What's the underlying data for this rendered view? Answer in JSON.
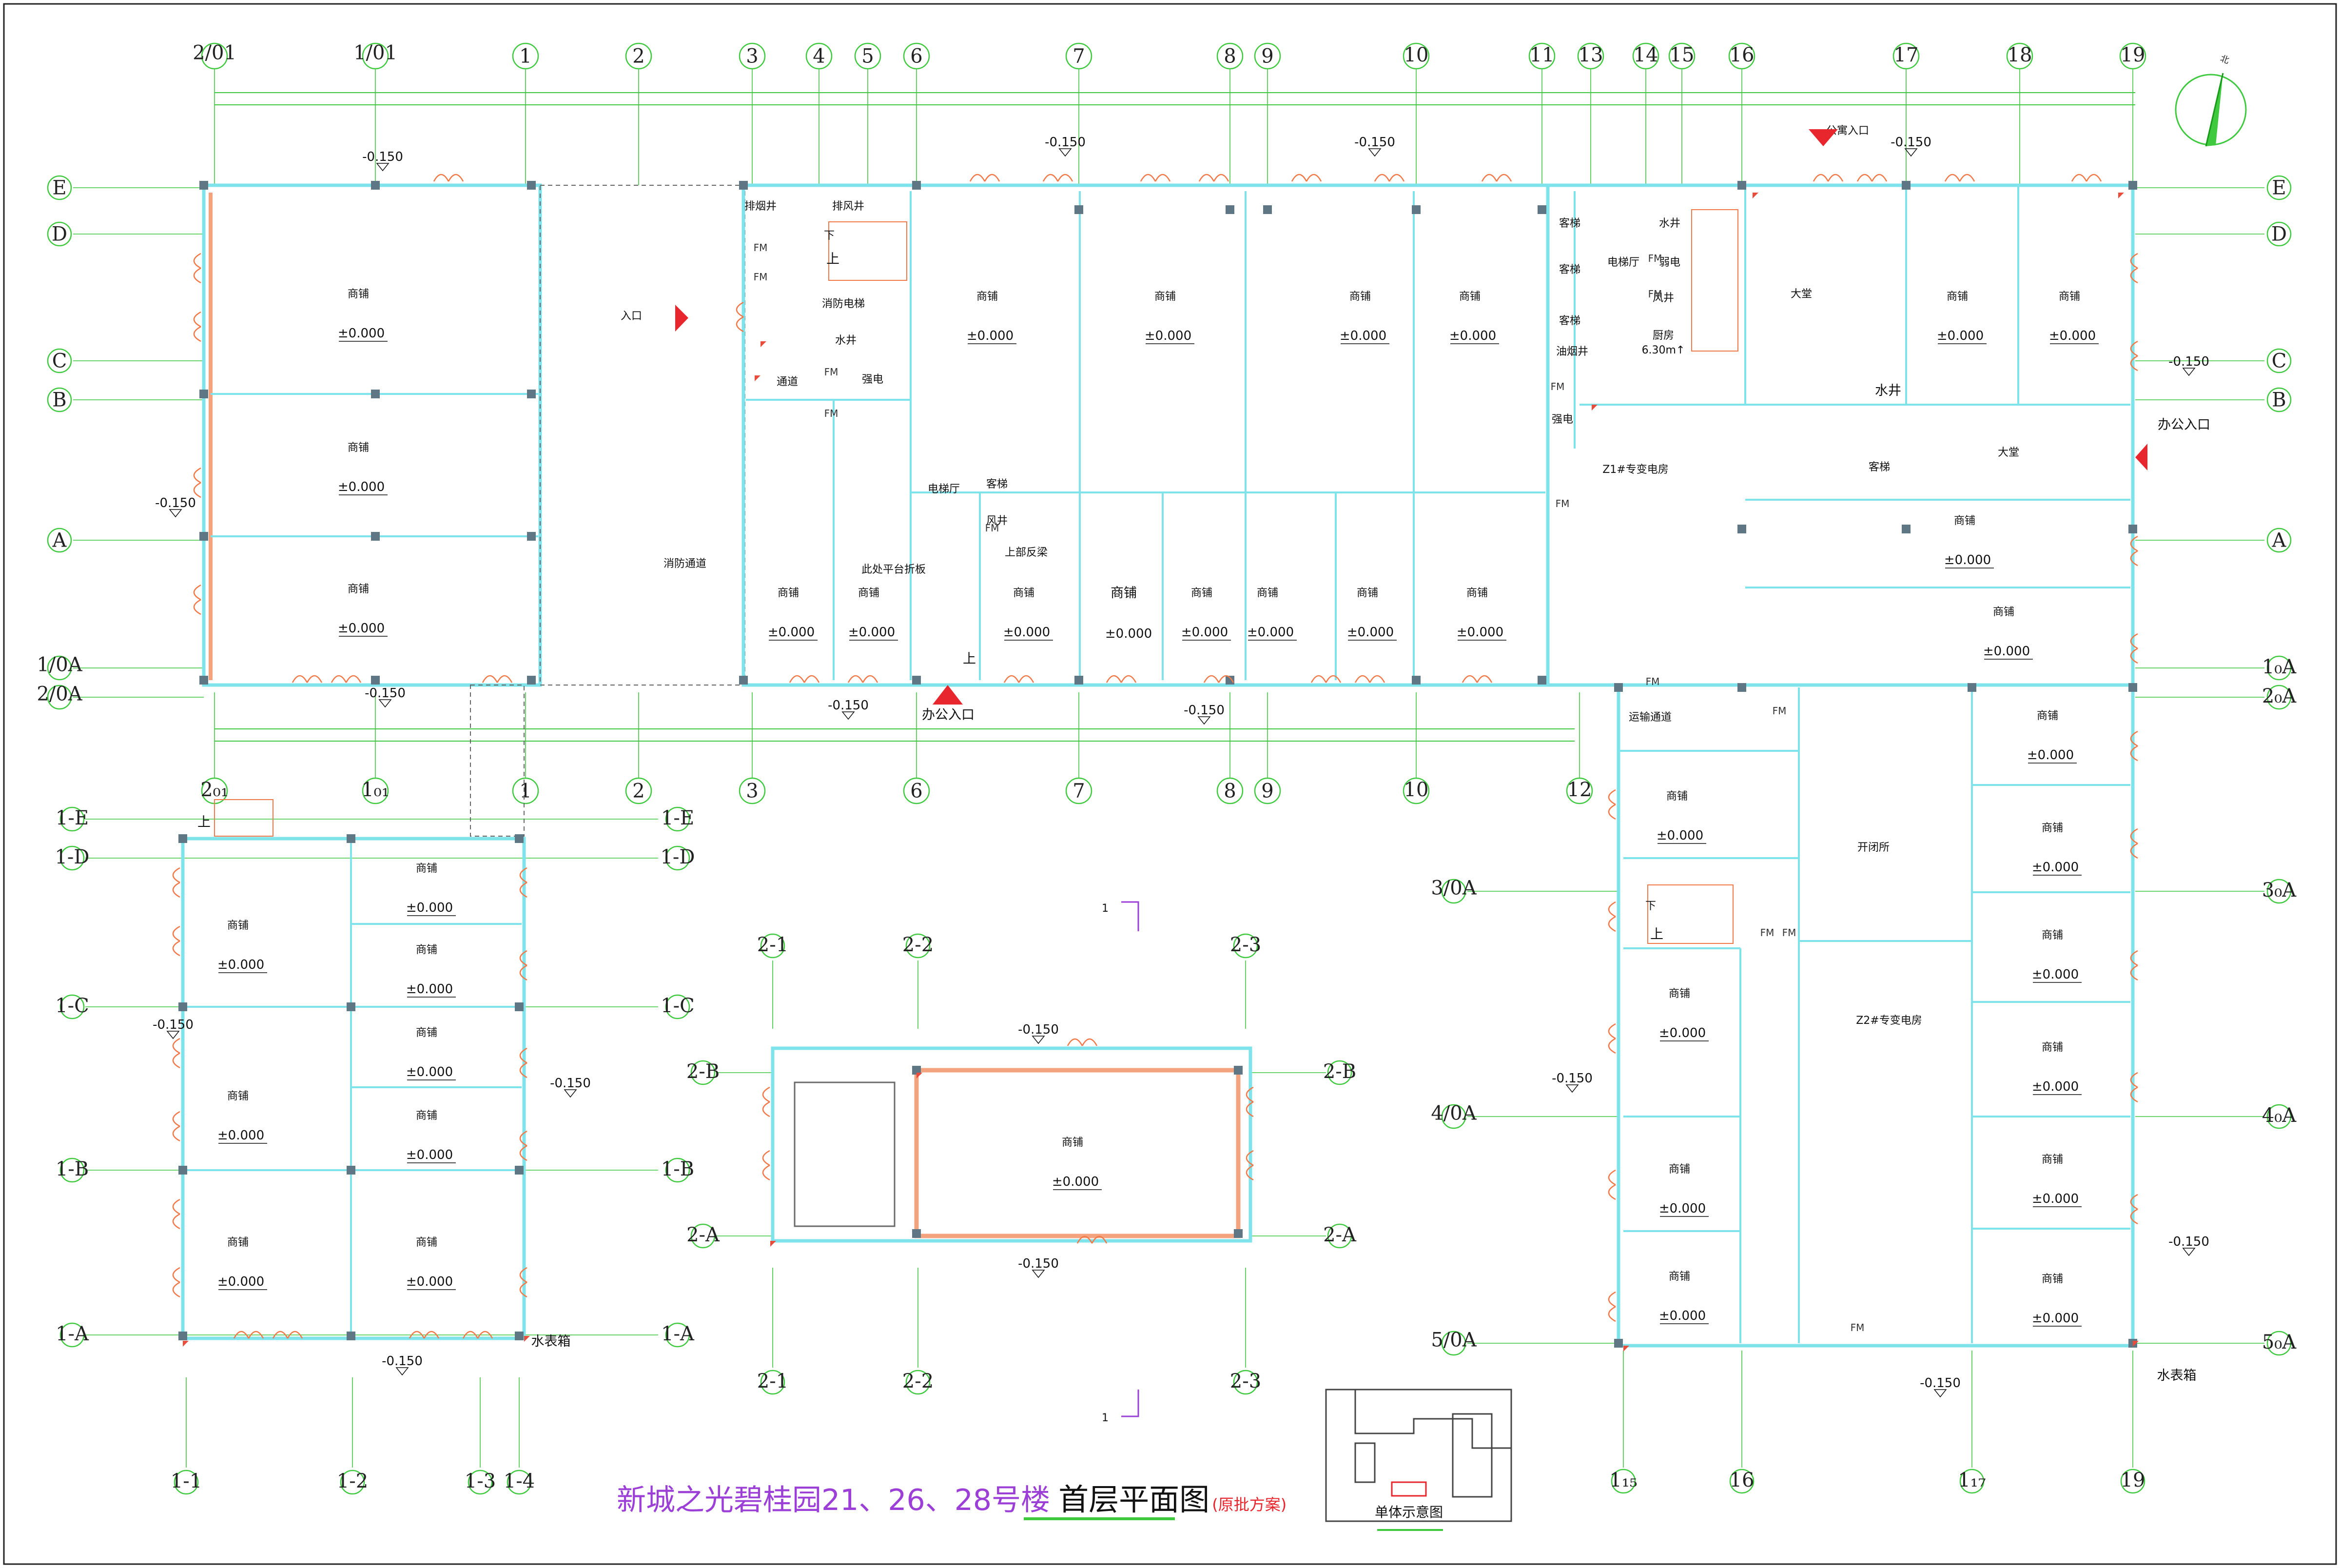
{
  "title": {
    "project": "新城之光碧桂园21、26、28号楼",
    "drawing": "首层平面图",
    "note": "(原批方案)"
  },
  "key_plan_label": "单体示意图",
  "north_label": "北",
  "top_axes": [
    "2/01",
    "1/01",
    "1",
    "2",
    "3",
    "4",
    "5",
    "6",
    "7",
    "8",
    "9",
    "10",
    "11",
    "13",
    "14",
    "15",
    "16",
    "17",
    "18",
    "19"
  ],
  "mid_axes": [
    "2₀₁",
    "1₀₁",
    "1",
    "2",
    "3",
    "6",
    "7",
    "8",
    "9",
    "10",
    "12"
  ],
  "left_rows": [
    "E",
    "D",
    "C",
    "B",
    "A",
    "1/0A",
    "2/0A"
  ],
  "right_rows": [
    "E",
    "D",
    "C",
    "B",
    "A",
    "1₀A",
    "2₀A",
    "3₀A",
    "4₀A",
    "5₀A"
  ],
  "inner_rows": [
    "3/0A",
    "4/0A",
    "5/0A"
  ],
  "block_left_rows": [
    "1-E",
    "1-D",
    "1-C",
    "1-B",
    "1-A"
  ],
  "block_left_axes": [
    "1-1",
    "1-2",
    "1-3",
    "1-4"
  ],
  "block_mid_axes": [
    "2-1",
    "2-2",
    "2-3"
  ],
  "block_mid_rows": [
    "2-B",
    "2-A"
  ],
  "bottom_right_axes": [
    "1₁₅",
    "16",
    "1₁₇",
    "19"
  ],
  "rooms": {
    "shop": "商铺",
    "zero": "±0.000",
    "neg": "-0.150",
    "entrance": "入口",
    "fire_lane": "消防通道",
    "office_entrance": "办公入口",
    "apartment_entrance": "公寓入口",
    "lobby": "大堂",
    "elevator": "客梯",
    "elevator_hall": "电梯厅",
    "fire_elevator": "消防电梯",
    "water_well": "水井",
    "strong_elec": "强电",
    "weak_elec": "弱电",
    "wind_well": "风井",
    "smoke_well": "排烟井",
    "exhaust_well": "排风井",
    "passage": "通道",
    "oil_well": "油烟井",
    "kitchen": "厨房",
    "kitchen_level": "6.30m↑",
    "z1": "Z1#专变电房",
    "z2": "Z2#专变电房",
    "switch": "开闭所",
    "transport": "运输通道",
    "fold_plate": "此处平台折板",
    "beam": "上部反梁",
    "shop_big": "商铺",
    "water_meter": "水表箱",
    "up": "上",
    "down": "下",
    "fm": "FM",
    "section": "1"
  },
  "colors": {
    "wall": "#7fe3ec",
    "grid": "#3fc93f",
    "door": "#f07a4a",
    "accent": "#e8262d",
    "title": "#9b3fd6"
  }
}
